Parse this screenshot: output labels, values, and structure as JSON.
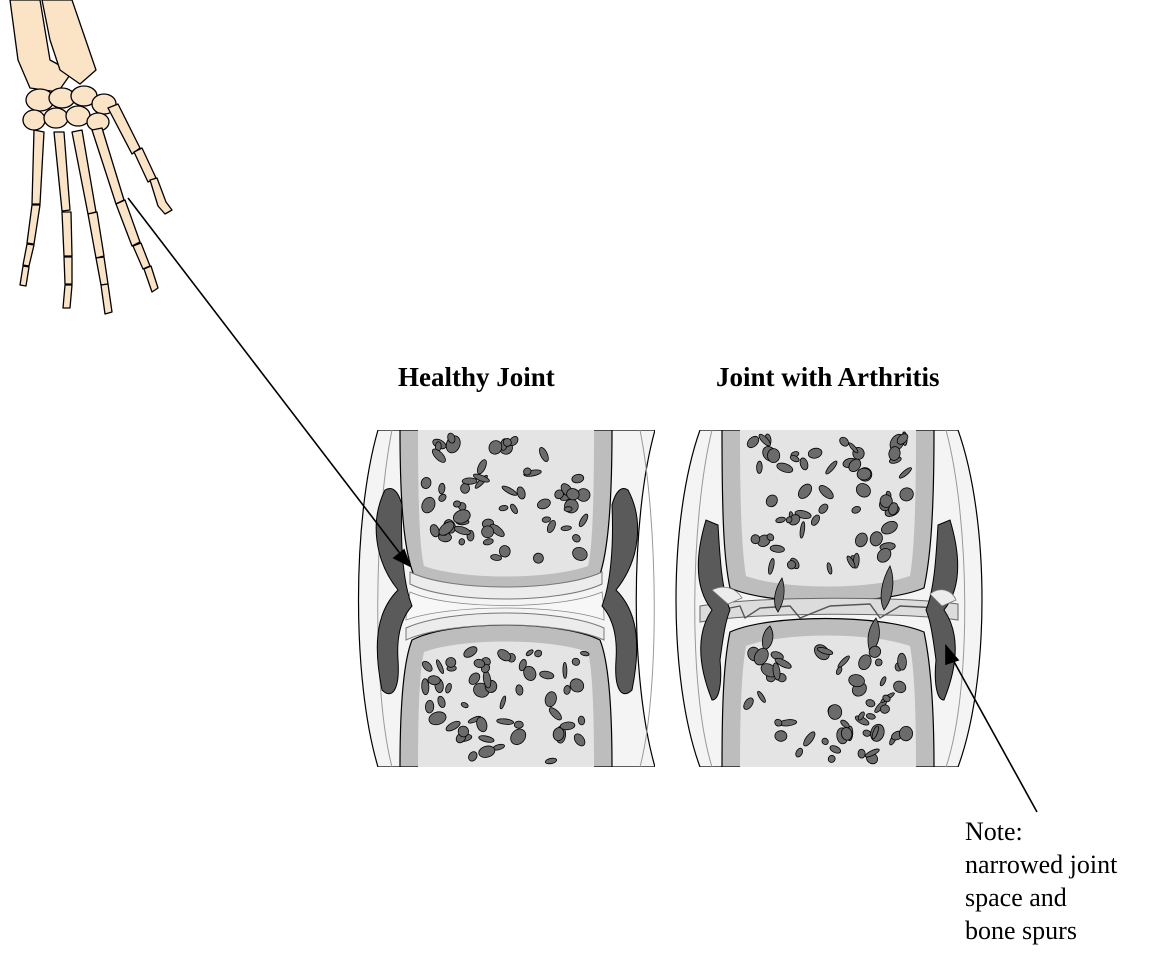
{
  "labels": {
    "healthy_joint": "Healthy Joint",
    "arthritic_joint": "Joint with Arthritis"
  },
  "note": {
    "lines": [
      "Note:",
      "narrowed joint",
      "space and",
      "bone spurs"
    ]
  },
  "colors": {
    "bone_hand": "#fbe3c6",
    "bone_outline": "#000000",
    "cortical_bone": "#bdbdbd",
    "spongy_bone": "#e4e4e4",
    "marrow_holes": "#6b6b6b",
    "cartilage": "#ececec",
    "synovial_capsule": "#5a5a5a",
    "soft_tissue": "#f4f4f4"
  }
}
